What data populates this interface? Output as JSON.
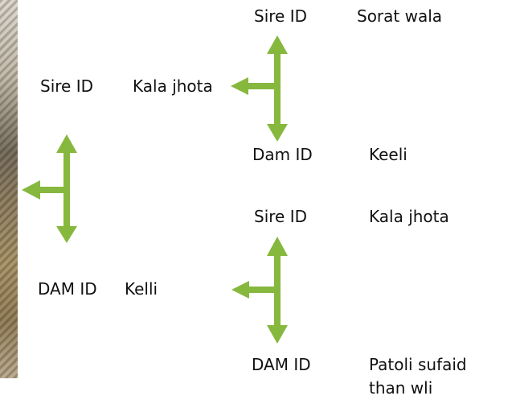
{
  "pedigree": {
    "left": {
      "sire_label": "Sire ID",
      "sire_value": "Kala jhota",
      "dam_label": "DAM ID",
      "dam_value": "Kelli"
    },
    "upper_right": {
      "sire_label": "Sire ID",
      "sire_value": "Sorat wala",
      "dam_label": "Dam ID",
      "dam_value": "Keeli"
    },
    "lower_right": {
      "sire_label": "Sire ID",
      "sire_value": "Kala jhota",
      "dam_label": "DAM ID",
      "dam_value_line1": "Patoli sufaid",
      "dam_value_line2": "than wli"
    }
  },
  "colors": {
    "arrow": "#86b83e",
    "text": "#111111"
  }
}
